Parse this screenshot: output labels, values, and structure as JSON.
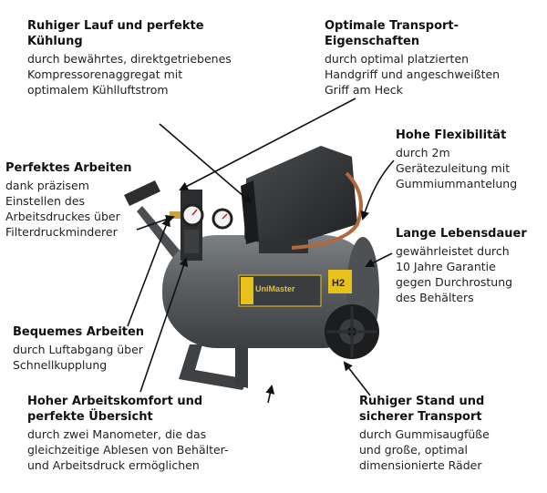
{
  "callouts": [
    {
      "id": "smooth-running",
      "title": "Ruhiger Lauf und perfekte\nKühlung",
      "desc": "durch bewährtes, direktgetriebenes\nKompressorenaggregat mit\noptimalem Kühlluftstrom"
    },
    {
      "id": "transport",
      "title": "Optimale Transport-\nEigenschaften",
      "desc": "durch optimal platzierten\nHandgriff und angeschweißten\nGriff am Heck"
    },
    {
      "id": "flexibility",
      "title": "Hohe Flexibilität",
      "desc": "durch 2m\nGerätezuleitung mit\nGummiummantelung"
    },
    {
      "id": "perfect-work",
      "title": "Perfektes Arbeiten",
      "desc": "dank präzisem\nEinstellen des\nArbeitsdruckes über\nFilterdruckminderer"
    },
    {
      "id": "lifetime",
      "title": "Lange Lebensdauer",
      "desc": "gewährleistet durch\n10 Jahre Garantie\ngegen Durchrostung\ndes Behälters"
    },
    {
      "id": "comfortable",
      "title": "Bequemes Arbeiten",
      "desc": "durch Luftabgang über\nSchnellkupplung"
    },
    {
      "id": "overview",
      "title": "Hoher Arbeitskomfort und\nperfekte Übersicht",
      "desc": "durch zwei Manometer, die das\ngleichzeitige Ablesen von Behälter-\nund Arbeitsdruck ermöglichen"
    },
    {
      "id": "stable",
      "title": "Ruhiger Stand und\nsicherer Transport",
      "desc": "durch Gummisaugfüße\nund große, optimal\ndimensionierte Räder"
    }
  ],
  "product": {
    "brand_label": "UniMaster",
    "badge_label": "H2",
    "colors": {
      "tank": "#5a5e60",
      "motor": "#2a2c2e",
      "accent": "#e8c21a",
      "arrow": "#111111"
    }
  }
}
